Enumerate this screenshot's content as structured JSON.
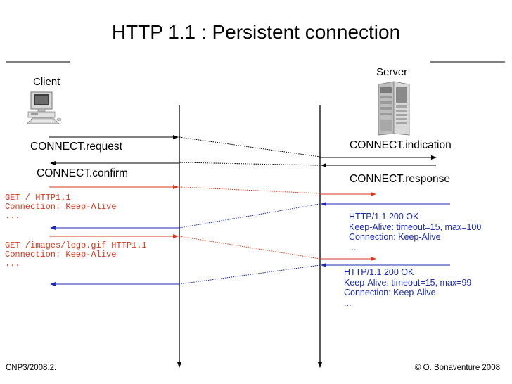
{
  "title": "HTTP 1.1 : Persistent connection",
  "actors": {
    "client": "Client",
    "server": "Server"
  },
  "primitives": {
    "connect_request": "CONNECT.request",
    "connect_indication": "CONNECT.indication",
    "connect_confirm": "CONNECT.confirm",
    "connect_response": "CONNECT.response"
  },
  "requests": [
    {
      "lines": [
        "GET / HTTP1.1",
        "Connection: Keep-Alive",
        "..."
      ]
    },
    {
      "lines": [
        "GET /images/logo.gif HTTP1.1",
        "Connection: Keep-Alive",
        "..."
      ]
    }
  ],
  "responses": [
    {
      "lines": [
        "HTTP/1.1 200 OK",
        "Keep-Alive: timeout=15, max=100",
        "Connection: Keep-Alive",
        "..."
      ]
    },
    {
      "lines": [
        "HTTP/1.1 200 OK",
        "Keep-Alive: timeout=15, max=99",
        "Connection: Keep-Alive",
        "..."
      ]
    }
  ],
  "footer": {
    "left": "CNP3/2008.2.",
    "right": "© O. Bonaventure 2008"
  },
  "colors": {
    "request": "#d63a1e",
    "response": "#1b2bb3",
    "text": "#000000"
  },
  "icons": {
    "client": "desktop-computer-icon",
    "server": "server-tower-icon"
  }
}
